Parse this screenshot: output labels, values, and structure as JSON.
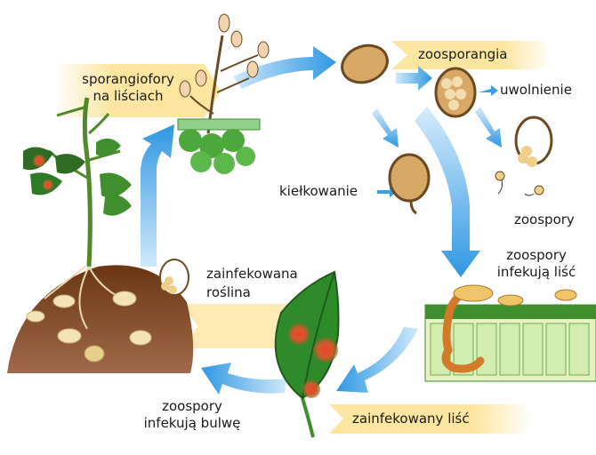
{
  "labels": {
    "sporangiophores": "sporangiofory\nna liściach",
    "zoosporangia": "zoosporangia",
    "release": "uwolnienie",
    "germination": "kiełkowanie",
    "zoospores": "zoospory",
    "zoospores_infect_leaf": "zoospory\ninfekują liść",
    "infected_plant": "zainfekowana\nroślina",
    "infected_leaf": "zainfekowany liść",
    "zoospores_infect_tuber": "zoospory\ninfekują bulwę"
  },
  "colors": {
    "cycle_arrow": "#3aa0e6",
    "label_banner": "#fde7a6",
    "soil": "#7a3f18",
    "leaf_green": "#3f8f2e",
    "lesion": "#e34a2a",
    "sporangium": "#d8a866",
    "tuber": "#f5e3b8"
  }
}
